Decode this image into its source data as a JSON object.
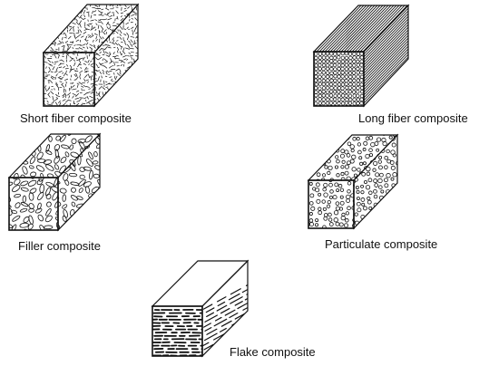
{
  "figure": {
    "items": [
      {
        "id": "short",
        "caption": "Short fiber composite",
        "pattern": "short-fiber"
      },
      {
        "id": "long",
        "caption": "Long fiber composite",
        "pattern": "long-fiber"
      },
      {
        "id": "filler",
        "caption": "Filler composite",
        "pattern": "filler-ellipses"
      },
      {
        "id": "particulate",
        "caption": "Particulate composite",
        "pattern": "small-circles"
      },
      {
        "id": "flake",
        "caption": "Flake composite",
        "pattern": "flakes"
      }
    ],
    "colors": {
      "stroke": "#111111",
      "background": "#ffffff"
    }
  }
}
